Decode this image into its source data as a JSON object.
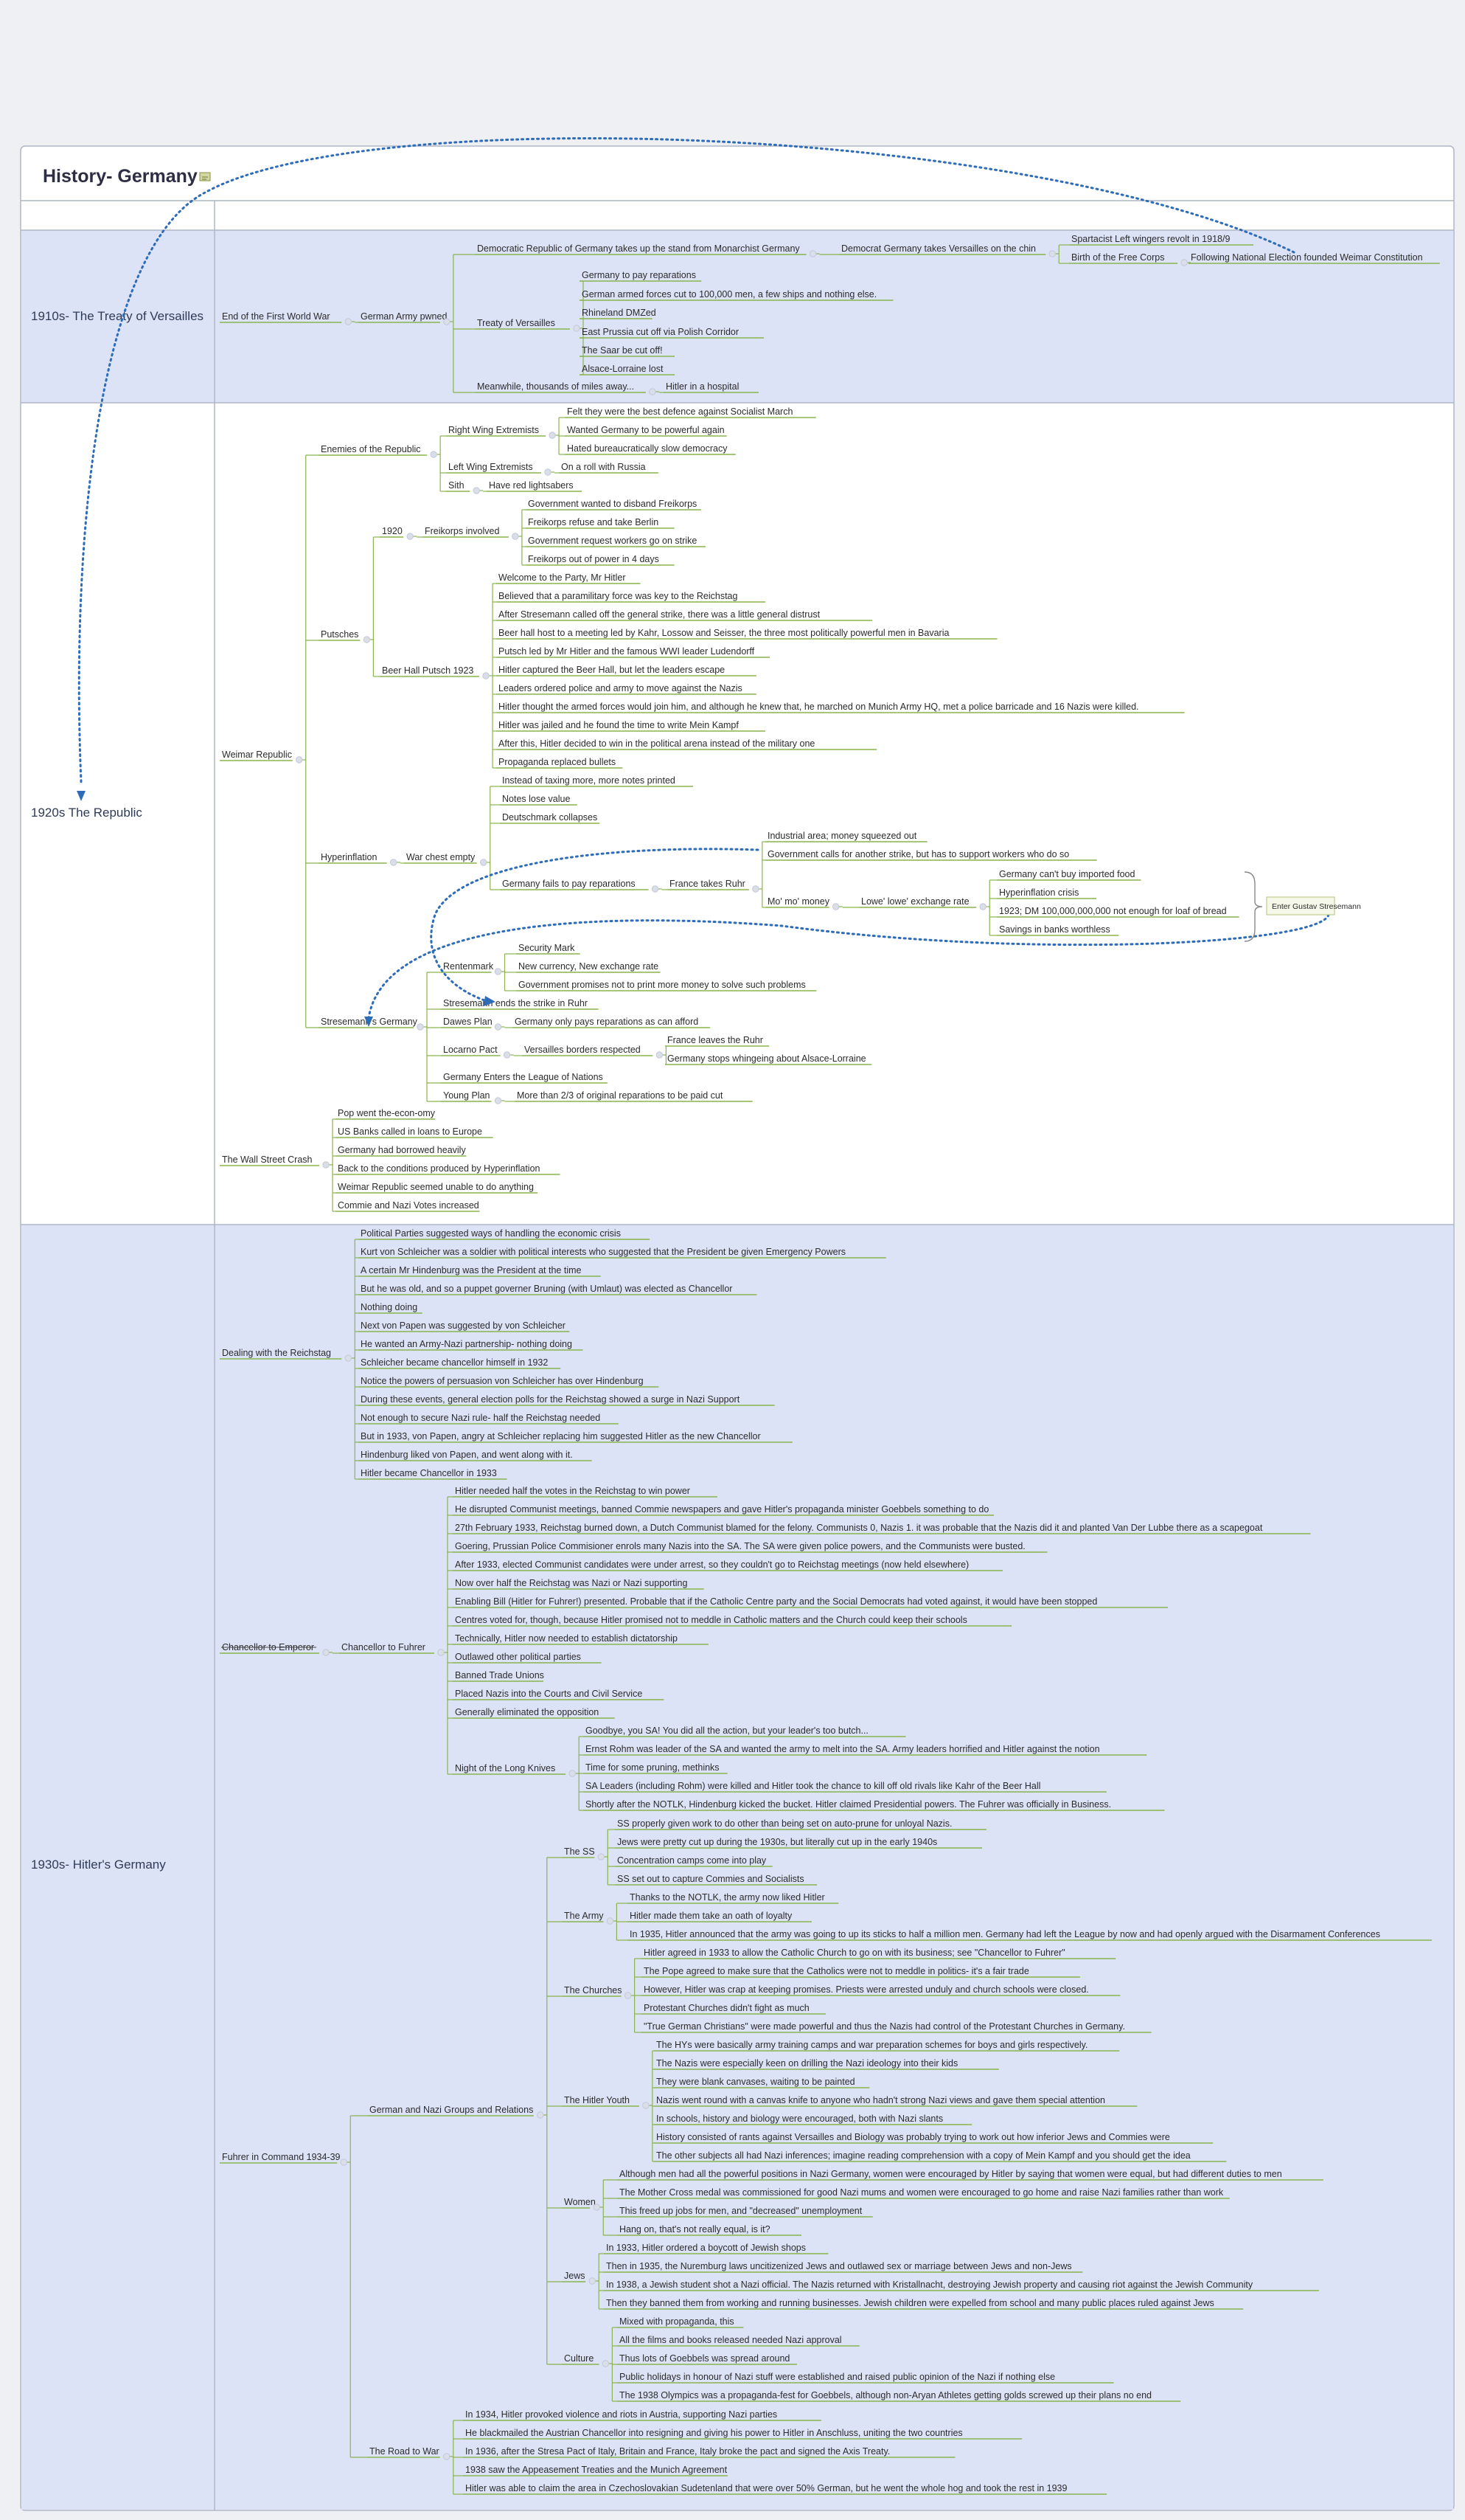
{
  "title": "History- Germany",
  "colors": {
    "band_blue": "#dde3f7",
    "band_white": "#ffffff",
    "branch": "#8ab34e",
    "relation": "#2e6cb8"
  },
  "eras": [
    "1910s- The Treaty of Versailles",
    "1920s The Republic",
    "1930s- Hitler's Germany"
  ],
  "summary_label": "Enter Gustav Stresemann",
  "struck_topic": "Chancellor to Emperor",
  "topics": [
    [
      "End of the First World War",
      "German Army pwned",
      "Democratic Republic of Germany takes up the stand from Monarchist Germany",
      "Democrat Germany takes Versailles on the chin",
      "Spartacist Left wingers revolt in 1918/9",
      "Birth of the Free Corps",
      "Following National Election founded Weimar Constitution",
      "Treaty of Versailles",
      "Germany to pay reparations",
      "German armed forces cut to 100,000 men, a few ships and nothing else.",
      "Rhineland DMZed",
      "East Prussia cut off via Polish Corridor",
      "The Saar be cut off!",
      "Alsace-Lorraine lost",
      "Meanwhile, thousands of miles away...",
      "Hitler in a hospital"
    ],
    [
      "Weimar Republic",
      "Enemies of the Republic",
      "Right Wing Extremists",
      "Felt they were the best defence against Socialist March",
      "Wanted Germany to be powerful again",
      "Hated bureaucratically slow democracy",
      "Left Wing Extremists",
      "On a roll with Russia",
      "Sith",
      "Have red lightsabers",
      "Putsches",
      "1920",
      "Freikorps involved",
      "Government wanted to disband Freikorps",
      "Freikorps refuse and take Berlin",
      "Government request workers go on strike",
      "Freikorps out of power in 4 days",
      "Beer Hall Putsch 1923",
      "Welcome to the Party, Mr Hitler",
      "Believed that a paramilitary force was key to the Reichstag",
      "After Stresemann called off the general strike, there was a little general distrust",
      "Beer hall host to a meeting led by Kahr, Lossow and Seisser, the three most politically powerful men in Bavaria",
      "Putsch led by Mr Hitler and the famous WWI leader Ludendorff",
      "Hitler captured the Beer Hall, but let the leaders escape",
      "Leaders ordered police and army to move against the Nazis",
      "Hitler thought the armed forces would join him, and although he knew that, he marched on Munich Army HQ, met a police barricade and 16 Nazis were killed.",
      "Hitler was jailed and he found the time to write Mein Kampf",
      "After this, Hitler decided to win in the political arena instead of the military one",
      "Propaganda replaced bullets",
      "Hyperinflation",
      "War chest empty",
      "Instead of taxing more, more notes printed",
      "Notes lose value",
      "Deutschmark collapses",
      "Germany fails to pay reparations",
      "France takes Ruhr",
      "Industrial area; money squeezed out",
      "Government calls for another strike, but has to support workers who do so",
      "Mo' mo' money",
      "Lowe' lowe' exchange rate",
      "Germany can't buy imported food",
      "Hyperinflation crisis",
      "1923; DM 100,000,000,000 not enough for loaf of bread",
      "Savings in banks worthless",
      "Stresemann's Germany",
      "Rentenmark",
      "Security Mark",
      "New currency, New exchange rate",
      "Government promises not to print more money to solve such problems",
      "Stresemann ends the strike in Ruhr",
      "Dawes Plan",
      "Germany only pays reparations as can afford",
      "Locarno Pact",
      "Versailles borders respected",
      "France leaves the Ruhr",
      "Germany stops whingeing about Alsace-Lorraine",
      "Germany Enters the League of Nations",
      "Young Plan",
      "More than 2/3 of original reparations to be paid cut",
      "The Wall Street Crash",
      "Pop went the-econ-omy",
      "US Banks called in loans to Europe",
      "Germany had borrowed heavily",
      "Back to the conditions produced by Hyperinflation",
      "Weimar Republic seemed unable to do anything",
      "Commie and Nazi Votes increased"
    ],
    [
      "Dealing with the Reichstag",
      "Political Parties suggested ways of handling the economic crisis",
      "Kurt von Schleicher was a soldier with political interests who suggested that the President be given Emergency Powers",
      "A certain Mr Hindenburg was the President at the time",
      "But he was old, and so a puppet governer Bruning (with Umlaut) was elected as Chancellor",
      "Nothing doing",
      "Next von Papen was suggested by von Schleicher",
      "He wanted an Army-Nazi partnership- nothing doing",
      "Schleicher became chancellor himself in 1932",
      "Notice the powers of persuasion von Schleicher has over Hindenburg",
      "During these events, general election polls for the Reichstag showed a surge in Nazi Support",
      "Not enough to secure Nazi rule- half the Reichstag needed",
      "But in 1933, von Papen, angry at Schleicher replacing him suggested Hitler as the new Chancellor",
      "Hindenburg liked von Papen, and went along with it.",
      "Hitler became Chancellor in 1933",
      "Chancellor to Fuhrer",
      "Hitler needed half the votes in the Reichstag to win power",
      "He disrupted Communist meetings, banned Commie newspapers and gave Hitler's propaganda minister Goebbels something to do",
      "27th February 1933, Reichstag burned down, a Dutch Communist blamed for the felony. Communists 0, Nazis 1. it was probable that the Nazis did it and planted Van Der Lubbe there as a scapegoat",
      "Goering, Prussian Police Commisioner enrols many Nazis into the SA. The SA were given police powers, and the Communists were busted.",
      "After 1933, elected Communist candidates were under arrest, so they couldn't go to Reichstag meetings (now held elsewhere)",
      "Now over half the Reichstag was Nazi or Nazi supporting",
      "Enabling Bill (Hitler for Fuhrer!) presented. Probable that if the Catholic Centre party and the Social Democrats had voted against, it would have been stopped",
      "Centres voted for, though, because Hitler promised not to meddle in Catholic matters and the Church could keep their schools",
      "Technically, Hitler now needed to establish dictatorship",
      "Outlawed other political parties",
      "Banned Trade Unions",
      "Placed Nazis into the Courts and Civil Service",
      "Generally eliminated the opposition",
      "Night of the Long Knives",
      "Goodbye, you SA! You did all the action, but your leader's too butch...",
      "Ernst Rohm was leader of the SA and wanted the army to melt into the SA. Army leaders horrified and Hitler against the notion",
      "Time for some pruning, methinks",
      "SA Leaders (including Rohm) were killed and Hitler took the chance to kill off old rivals like Kahr of the Beer Hall",
      "Shortly after the NOTLK, Hindenburg kicked the bucket. Hitler claimed Presidential powers. The Fuhrer was officially in Business.",
      "Fuhrer in Command 1934-39",
      "German and Nazi Groups and Relations",
      "The SS",
      "SS properly given work to do other than being set on auto-prune for unloyal Nazis.",
      "Jews were pretty cut up during the 1930s, but literally cut up in the early 1940s",
      "Concentration camps come into play",
      "SS set out to capture Commies and Socialists",
      "The Army",
      "Thanks to the NOTLK, the army now liked Hitler",
      "Hitler made them take an oath of loyalty",
      "In 1935, Hitler announced that the army was going to up its sticks to half a million men. Germany had left the League by now and had openly argued with the Disarmament Conferences",
      "The Churches",
      "Hitler agreed in 1933 to allow the Catholic Church to go on with its business; see \"Chancellor to Fuhrer\"",
      "The Pope agreed to make sure that the Catholics were not to meddle in politics- it's a fair trade",
      "However, Hitler was crap at keeping promises. Priests were arrested unduly and church schools were closed.",
      "Protestant Churches didn't fight as much",
      "\"True German Christians\" were made powerful and thus the Nazis had control of the Protestant Churches in Germany.",
      "The Hitler Youth",
      "The HYs were basically army training camps and war preparation schemes for boys and girls respectively.",
      "The Nazis were especially keen on drilling the Nazi ideology into their kids",
      "They were blank canvases, waiting to be painted",
      "Nazis went round with a canvas knife to anyone who hadn't strong Nazi views and gave them special attention",
      "In schools, history and biology were encouraged, both with Nazi slants",
      "History consisted of rants against Versailles and Biology was probably trying to work out how inferior Jews and Commies were",
      "The other subjects all had Nazi inferences; imagine reading comprehension with a copy of Mein Kampf and you should get the idea",
      "Women",
      "Although men had all the powerful positions in Nazi Germany, women were encouraged by Hitler by saying that women were equal, but had different duties to men",
      "The Mother Cross medal was commissioned for good Nazi mums and women were encouraged to go home and raise Nazi families rather than work",
      "This freed up jobs for men, and \"decreased\" unemployment",
      "Hang on, that's not really equal, is it?",
      "Jews",
      "In 1933, Hitler ordered a boycott of Jewish shops",
      "Then in 1935, the Nuremburg laws uncitizenized Jews and outlawed sex or marriage between Jews and non-Jews",
      "In 1938, a Jewish student shot a Nazi official. The Nazis returned with Kristallnacht, destroying Jewish property and causing riot against the Jewish Community",
      "Then they banned them from working and running businesses. Jewish children were expelled from school and many public places ruled against Jews",
      "Culture",
      "Mixed with propaganda, this",
      "All the films and books released needed Nazi approval",
      "Thus lots of Goebbels was spread around",
      "Public holidays in honour of Nazi stuff were established and raised public opinion of the Nazi if nothing else",
      "The 1938 Olympics was a propaganda-fest for Goebbels, although non-Aryan Athletes getting golds screwed up their plans no end",
      "The Road to War",
      "In 1934, Hitler provoked violence and riots in Austria, supporting Nazi parties",
      "He blackmailed the Austrian Chancellor into resigning and giving his power to Hitler in Anschluss, uniting the two countries",
      "In 1936, after the Stresa Pact of Italy, Britain and France, Italy broke the pact and signed the Axis Treaty.",
      "1938 saw the Appeasement Treaties and the Munich Agreement",
      "Hitler was able to claim the area in Czechoslovakian Sudetenland that were over 50% German, but he went the whole hog and took the rest in 1939"
    ]
  ]
}
